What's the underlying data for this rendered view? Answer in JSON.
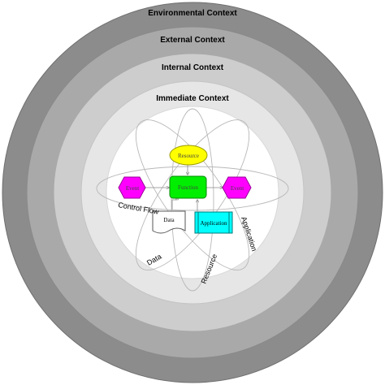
{
  "rings": {
    "environmental": "Environmental Context",
    "external": "External Context",
    "internal": "Internal Context",
    "immediate": "Immediate Context"
  },
  "nodes": {
    "resource": "Resource",
    "function": "Function",
    "event_left": "Event",
    "event_right": "Event",
    "data": "Data",
    "application": "Application"
  },
  "curve_labels": {
    "control_flow": "Control Flow",
    "data": "Data",
    "resource": "Resource",
    "application": "Application"
  },
  "colors": {
    "ring_outer": "#8c8c8c",
    "ring_external": "#a9a9a9",
    "ring_internal": "#cdcdcd",
    "ring_immediate": "#e6e6e6",
    "core": "#ffffff",
    "resource": "#ffff00",
    "function": "#00ee00",
    "event": "#ff00ff",
    "application": "#00ffff"
  }
}
